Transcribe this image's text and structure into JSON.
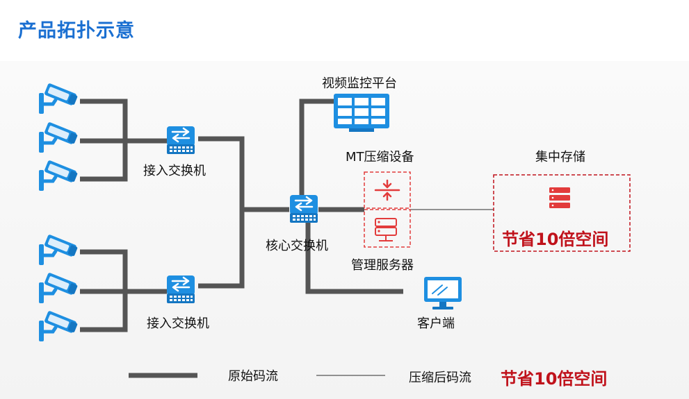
{
  "title": "产品拓扑示意",
  "nodes": {
    "access_switch_1": "接入交换机",
    "access_switch_2": "接入交换机",
    "core_switch": "核心交换机",
    "video_platform": "视频监控平台",
    "mt_compress": "MT压缩设备",
    "mgmt_server": "管理服务器",
    "central_storage": "集中存储",
    "client": "客户端"
  },
  "storage_savings": "节省10倍空间",
  "legend": {
    "raw_stream": "原始码流",
    "compressed_stream": "压缩后码流",
    "savings": "节省10倍空间"
  },
  "colors": {
    "title": "#1a6fd1",
    "icon_blue": "#1e8fe1",
    "line": "#555555",
    "accent_red": "#c0121b",
    "device_red": "#e23b3b"
  },
  "icons": {
    "camera": "camera-icon",
    "switch": "switch-icon",
    "monitor": "video-wall-icon",
    "compress": "compress-icon",
    "server": "server-icon",
    "storage": "storage-icon",
    "client": "desktop-icon"
  }
}
